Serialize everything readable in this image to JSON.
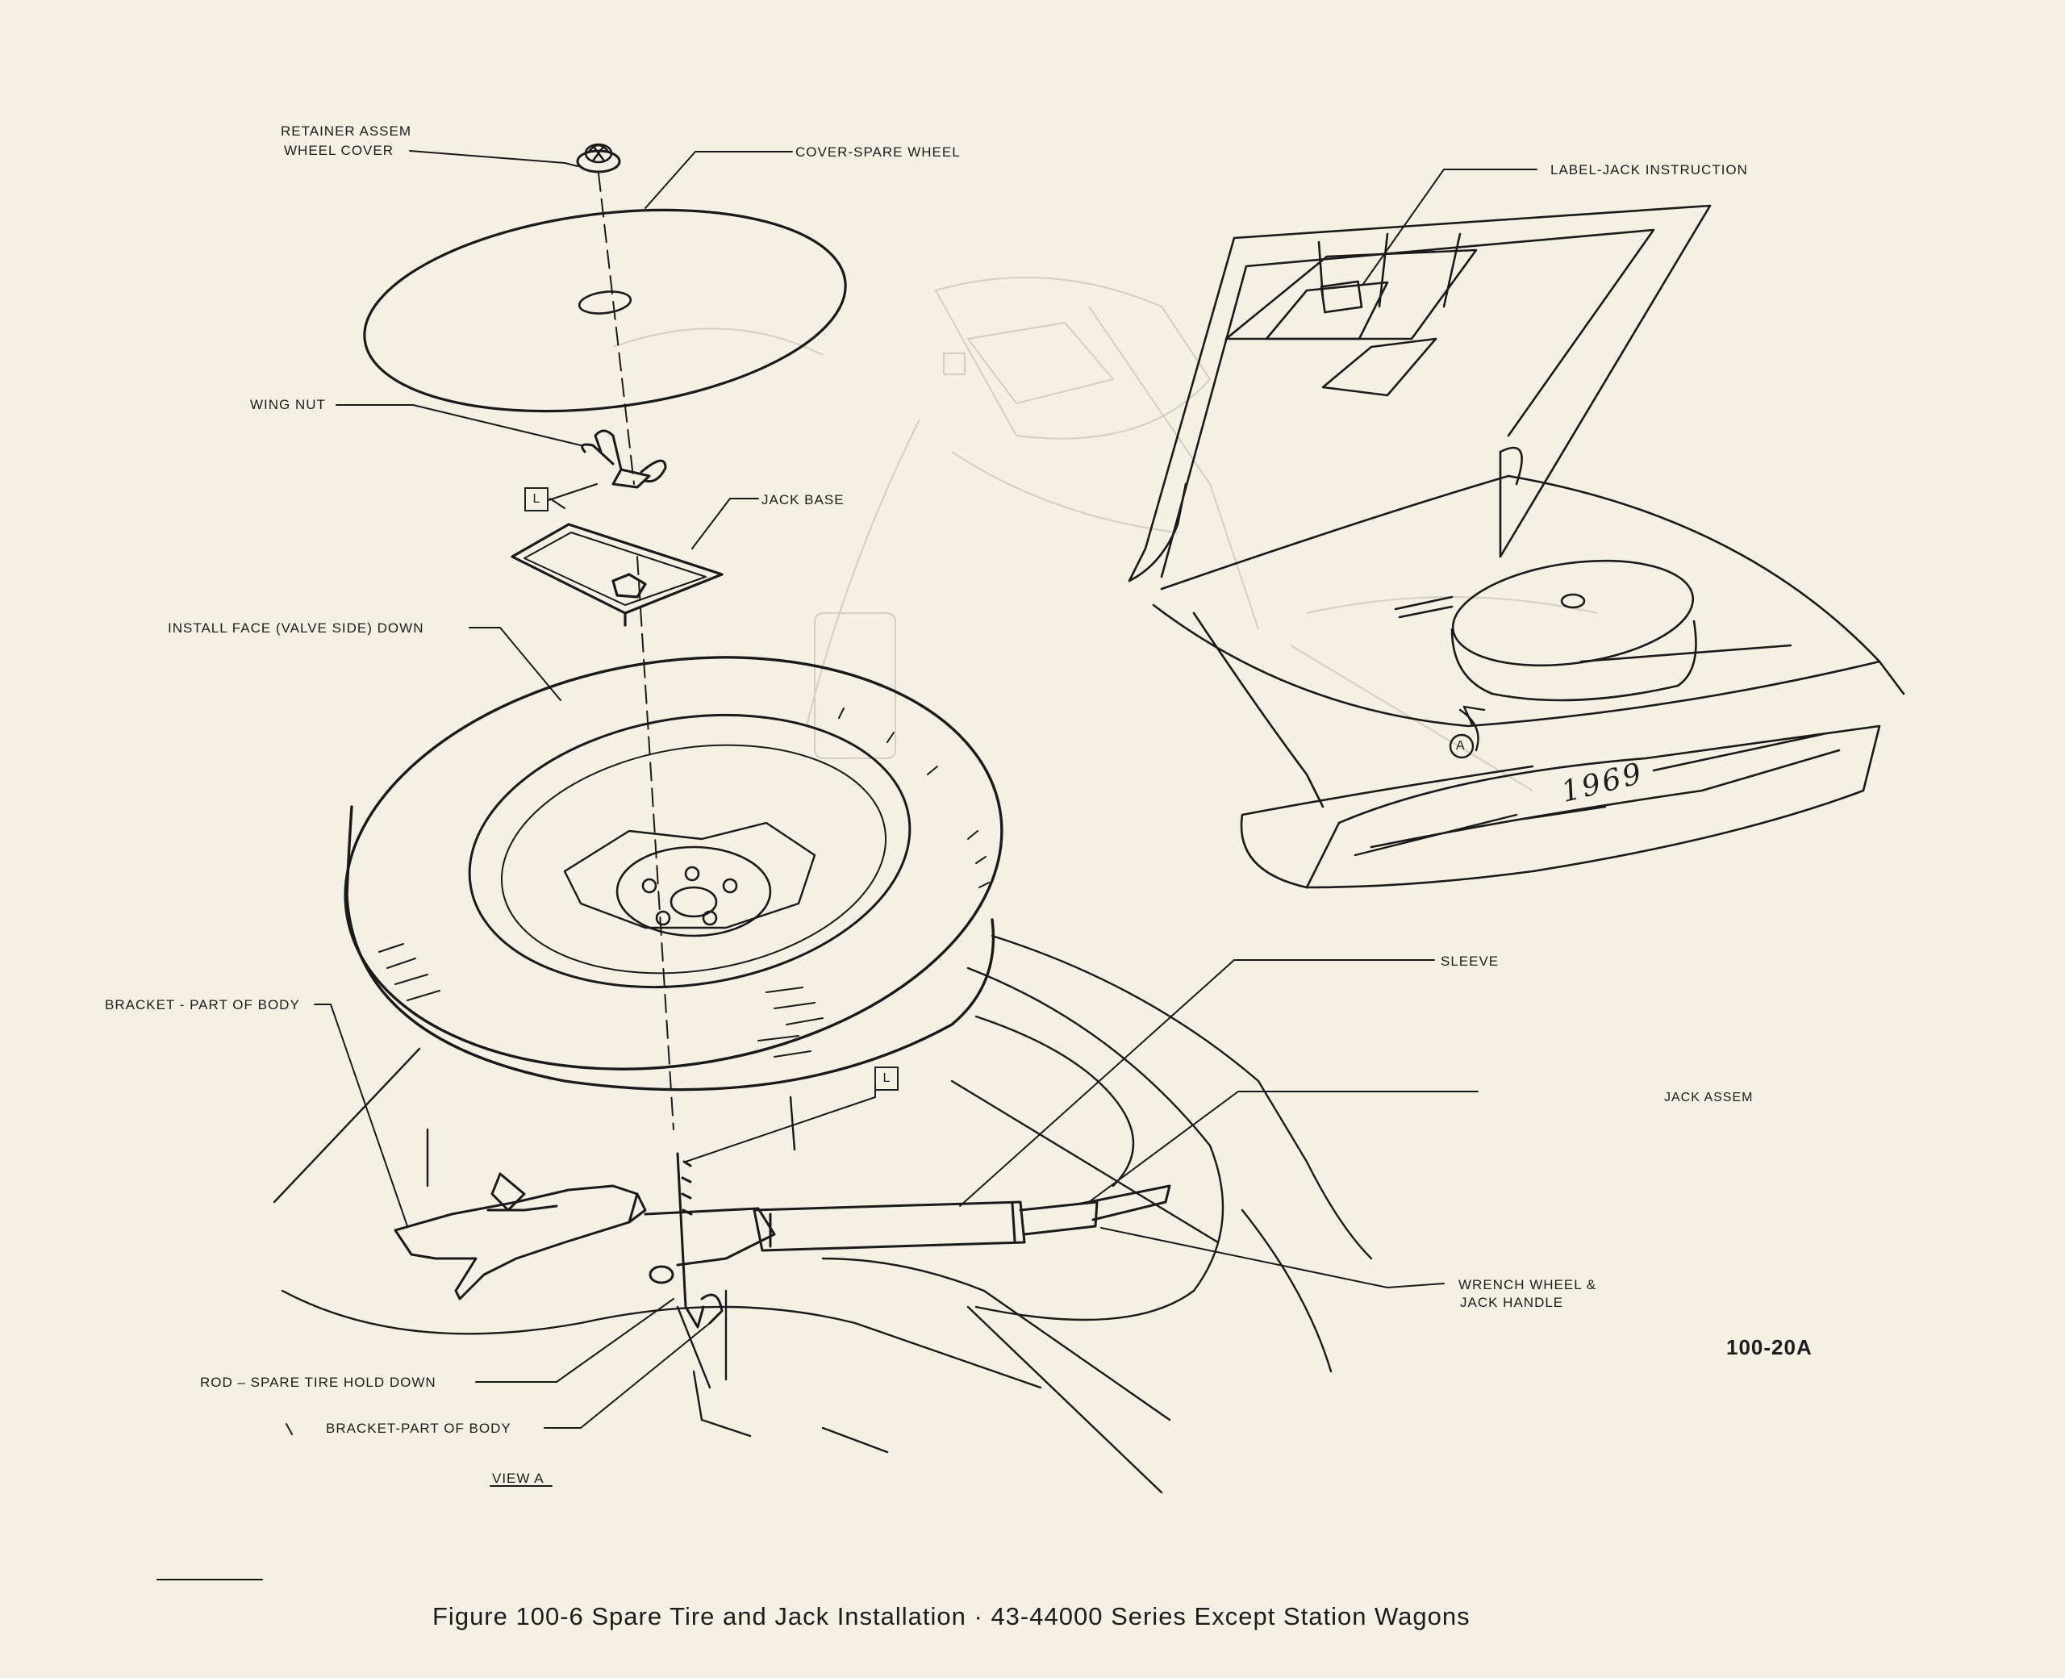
{
  "labels": {
    "retainer_line1": "RETAINER ASSEM",
    "retainer_line2": "WHEEL COVER",
    "cover_spare_wheel": "COVER-SPARE WHEEL",
    "wing_nut": "WING NUT",
    "jack_base": "JACK BASE",
    "install_face": "INSTALL FACE (VALVE SIDE) DOWN",
    "label_jack_instruction": "LABEL-JACK INSTRUCTION",
    "bracket_part_of_body_left": "BRACKET - PART OF BODY",
    "sleeve": "SLEEVE",
    "jack_assem": "JACK ASSEM",
    "wrench_line1": "WRENCH WHEEL &",
    "wrench_line2": "JACK HANDLE",
    "rod_spare_tire": "ROD – SPARE TIRE HOLD DOWN",
    "bracket_part_of_body_bottom": "BRACKET-PART OF BODY",
    "view_a": "VIEW A",
    "callout_l": "L",
    "callout_a": "A",
    "year_badge": "1969"
  },
  "figure_code": "100-20A",
  "caption": "Figure 100-6 Spare Tire and Jack Installation · 43-44000 Series Except Station Wagons"
}
